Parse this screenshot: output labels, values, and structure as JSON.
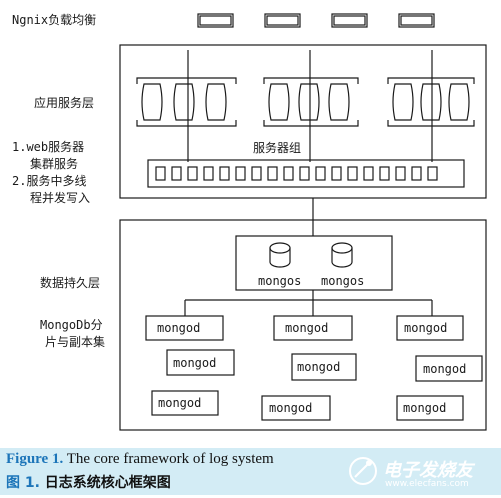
{
  "layers": {
    "load_balancer": "Ngnix负载均衡",
    "app_layer": "应用服务层",
    "cluster_note_1": "1.web服务器",
    "cluster_note_2": "集群服务",
    "cluster_note_3": "2.服务中多线",
    "cluster_note_4": "程并发写入",
    "persistence_layer": "数据持久层",
    "shard_note_1": "MongoDb分",
    "shard_note_2": "片与副本集"
  },
  "server_group_label": "服务器组",
  "mongos_nodes": [
    "mongos",
    "mongos"
  ],
  "mongod_nodes": [
    "mongod",
    "mongod",
    "mongod",
    "mongod",
    "mongod",
    "mongod",
    "mongod",
    "mongod",
    "mongod"
  ],
  "caption": {
    "en_label": "Figure 1.",
    "en_text": " The core framework of log system",
    "zh_label": "图 1.",
    "zh_text": " 日志系统核心框架图"
  },
  "watermark": {
    "logo_text": "电子发烧友",
    "url": "www.elecfans.com"
  },
  "colors": {
    "caption_bg": "#d3ecf5",
    "caption_label": "#1c75b9",
    "stroke": "#1a1a1a"
  }
}
